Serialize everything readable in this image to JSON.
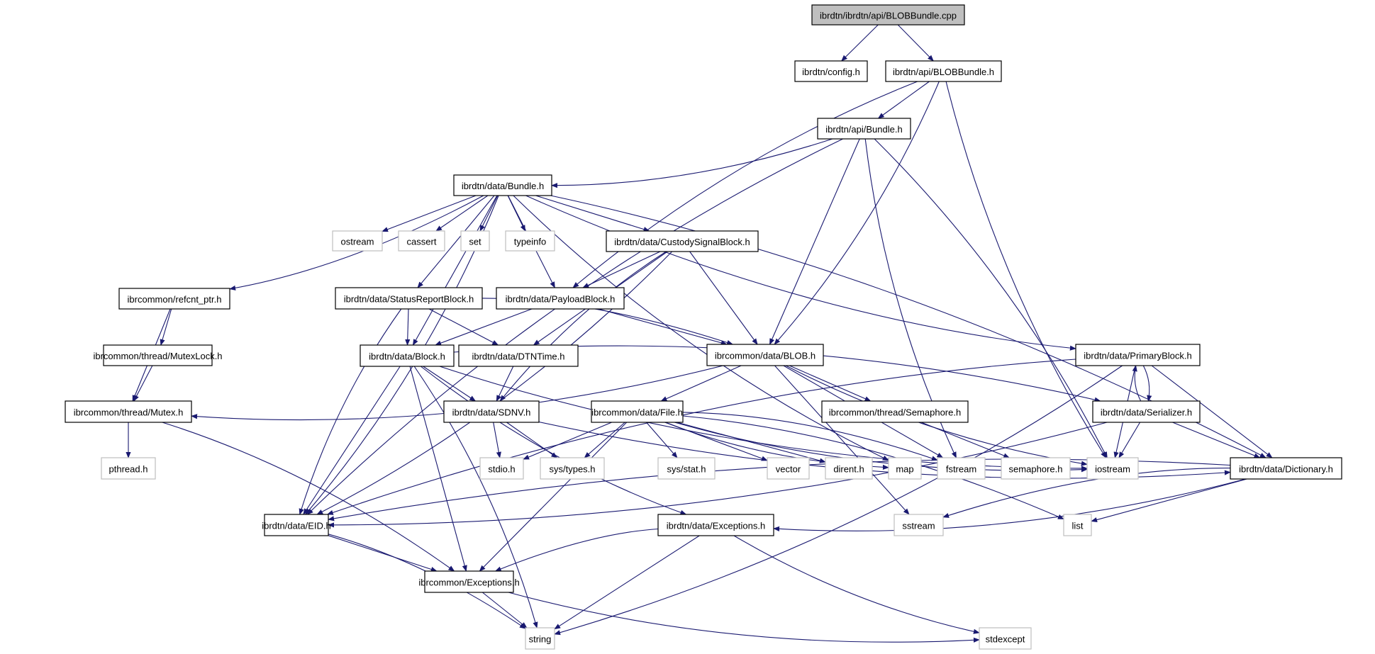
{
  "title": "ibrdtn/ibrdtn/api/BLOBBundle.cpp include dependency graph",
  "colors": {
    "edge": "#191970",
    "root_fill": "#bfbfbf",
    "local_border": "#000000",
    "system_border": "#bfbfbf",
    "background": "#ffffff"
  },
  "nodes": [
    {
      "id": "root",
      "label": "ibrdtn/ibrdtn/api/BLOBBundle.cpp",
      "kind": "root"
    },
    {
      "id": "config",
      "label": "ibrdtn/config.h",
      "kind": "local"
    },
    {
      "id": "blobbundle_h",
      "label": "ibrdtn/api/BLOBBundle.h",
      "kind": "local"
    },
    {
      "id": "api_bundle",
      "label": "ibrdtn/api/Bundle.h",
      "kind": "local"
    },
    {
      "id": "data_bundle",
      "label": "ibrdtn/data/Bundle.h",
      "kind": "local"
    },
    {
      "id": "ostream",
      "label": "ostream",
      "kind": "system"
    },
    {
      "id": "cassert",
      "label": "cassert",
      "kind": "system"
    },
    {
      "id": "set",
      "label": "set",
      "kind": "system"
    },
    {
      "id": "typeinfo",
      "label": "typeinfo",
      "kind": "system"
    },
    {
      "id": "custody",
      "label": "ibrdtn/data/CustodySignalBlock.h",
      "kind": "local"
    },
    {
      "id": "refcnt",
      "label": "ibrcommon/refcnt_ptr.h",
      "kind": "local"
    },
    {
      "id": "statusreport",
      "label": "ibrdtn/data/StatusReportBlock.h",
      "kind": "local"
    },
    {
      "id": "payload",
      "label": "ibrdtn/data/PayloadBlock.h",
      "kind": "local"
    },
    {
      "id": "mutexlock",
      "label": "ibrcommon/thread/MutexLock.h",
      "kind": "local"
    },
    {
      "id": "block",
      "label": "ibrdtn/data/Block.h",
      "kind": "local"
    },
    {
      "id": "dtntime",
      "label": "ibrdtn/data/DTNTime.h",
      "kind": "local"
    },
    {
      "id": "blob",
      "label": "ibrcommon/data/BLOB.h",
      "kind": "local"
    },
    {
      "id": "primary",
      "label": "ibrdtn/data/PrimaryBlock.h",
      "kind": "local"
    },
    {
      "id": "mutex",
      "label": "ibrcommon/thread/Mutex.h",
      "kind": "local"
    },
    {
      "id": "sdnv",
      "label": "ibrdtn/data/SDNV.h",
      "kind": "local"
    },
    {
      "id": "file",
      "label": "ibrcommon/data/File.h",
      "kind": "local"
    },
    {
      "id": "semaphore_h",
      "label": "ibrcommon/thread/Semaphore.h",
      "kind": "local"
    },
    {
      "id": "serializer",
      "label": "ibrdtn/data/Serializer.h",
      "kind": "local"
    },
    {
      "id": "pthread",
      "label": "pthread.h",
      "kind": "system"
    },
    {
      "id": "stdio",
      "label": "stdio.h",
      "kind": "system"
    },
    {
      "id": "systypes",
      "label": "sys/types.h",
      "kind": "system"
    },
    {
      "id": "sysstat",
      "label": "sys/stat.h",
      "kind": "system"
    },
    {
      "id": "vector",
      "label": "vector",
      "kind": "system"
    },
    {
      "id": "dirent",
      "label": "dirent.h",
      "kind": "system"
    },
    {
      "id": "map",
      "label": "map",
      "kind": "system"
    },
    {
      "id": "fstream",
      "label": "fstream",
      "kind": "system"
    },
    {
      "id": "semaphore",
      "label": "semaphore.h",
      "kind": "system"
    },
    {
      "id": "iostream",
      "label": "iostream",
      "kind": "system"
    },
    {
      "id": "dictionary",
      "label": "ibrdtn/data/Dictionary.h",
      "kind": "local"
    },
    {
      "id": "eid",
      "label": "ibrdtn/data/EID.h",
      "kind": "local"
    },
    {
      "id": "data_exc",
      "label": "ibrdtn/data/Exceptions.h",
      "kind": "local"
    },
    {
      "id": "sstream",
      "label": "sstream",
      "kind": "system"
    },
    {
      "id": "list",
      "label": "list",
      "kind": "system"
    },
    {
      "id": "common_exc",
      "label": "ibrcommon/Exceptions.h",
      "kind": "local"
    },
    {
      "id": "string",
      "label": "string",
      "kind": "system"
    },
    {
      "id": "stdexcept",
      "label": "stdexcept",
      "kind": "system"
    }
  ],
  "edges": [
    [
      "root",
      "config"
    ],
    [
      "root",
      "blobbundle_h"
    ],
    [
      "blobbundle_h",
      "api_bundle"
    ],
    [
      "blobbundle_h",
      "payload"
    ],
    [
      "blobbundle_h",
      "blob"
    ],
    [
      "blobbundle_h",
      "iostream"
    ],
    [
      "api_bundle",
      "data_bundle"
    ],
    [
      "api_bundle",
      "eid"
    ],
    [
      "api_bundle",
      "blob"
    ],
    [
      "api_bundle",
      "fstream"
    ],
    [
      "api_bundle",
      "iostream"
    ],
    [
      "data_bundle",
      "ostream"
    ],
    [
      "data_bundle",
      "cassert"
    ],
    [
      "data_bundle",
      "set"
    ],
    [
      "data_bundle",
      "typeinfo"
    ],
    [
      "data_bundle",
      "custody"
    ],
    [
      "data_bundle",
      "refcnt"
    ],
    [
      "data_bundle",
      "statusreport"
    ],
    [
      "data_bundle",
      "payload"
    ],
    [
      "data_bundle",
      "block"
    ],
    [
      "data_bundle",
      "eid"
    ],
    [
      "data_bundle",
      "primary"
    ],
    [
      "data_bundle",
      "dictionary"
    ],
    [
      "data_bundle",
      "map"
    ],
    [
      "custody",
      "payload"
    ],
    [
      "custody",
      "blob"
    ],
    [
      "custody",
      "dtntime"
    ],
    [
      "custody",
      "sdnv"
    ],
    [
      "custody",
      "eid"
    ],
    [
      "refcnt",
      "mutexlock"
    ],
    [
      "refcnt",
      "mutex"
    ],
    [
      "mutexlock",
      "mutex"
    ],
    [
      "statusreport",
      "block"
    ],
    [
      "statusreport",
      "dtntime"
    ],
    [
      "statusreport",
      "blob"
    ],
    [
      "statusreport",
      "eid"
    ],
    [
      "payload",
      "block"
    ],
    [
      "payload",
      "blob"
    ],
    [
      "block",
      "sdnv"
    ],
    [
      "block",
      "eid"
    ],
    [
      "block",
      "serializer"
    ],
    [
      "block",
      "iostream"
    ],
    [
      "block",
      "string"
    ],
    [
      "block",
      "data_exc"
    ],
    [
      "block",
      "common_exc"
    ],
    [
      "dtntime",
      "sdnv"
    ],
    [
      "blob",
      "mutex"
    ],
    [
      "blob",
      "file"
    ],
    [
      "blob",
      "semaphore_h"
    ],
    [
      "blob",
      "iostream"
    ],
    [
      "blob",
      "sstream"
    ],
    [
      "blob",
      "fstream"
    ],
    [
      "primary",
      "serializer"
    ],
    [
      "primary",
      "dictionary"
    ],
    [
      "primary",
      "iostream"
    ],
    [
      "primary",
      "eid"
    ],
    [
      "primary",
      "string"
    ],
    [
      "serializer",
      "primary"
    ],
    [
      "serializer",
      "iostream"
    ],
    [
      "serializer",
      "dictionary"
    ],
    [
      "serializer",
      "eid"
    ],
    [
      "mutex",
      "pthread"
    ],
    [
      "mutex",
      "common_exc"
    ],
    [
      "sdnv",
      "stdio"
    ],
    [
      "sdnv",
      "systypes"
    ],
    [
      "sdnv",
      "dictionary"
    ],
    [
      "file",
      "stdio"
    ],
    [
      "file",
      "systypes"
    ],
    [
      "file",
      "sysstat"
    ],
    [
      "file",
      "vector"
    ],
    [
      "file",
      "dirent"
    ],
    [
      "file",
      "map"
    ],
    [
      "file",
      "fstream"
    ],
    [
      "file",
      "iostream"
    ],
    [
      "file",
      "list"
    ],
    [
      "file",
      "common_exc"
    ],
    [
      "semaphore_h",
      "semaphore"
    ],
    [
      "dictionary",
      "eid"
    ],
    [
      "dictionary",
      "data_exc"
    ],
    [
      "dictionary",
      "sstream"
    ],
    [
      "dictionary",
      "list"
    ],
    [
      "eid",
      "common_exc"
    ],
    [
      "eid",
      "string"
    ],
    [
      "data_exc",
      "common_exc"
    ],
    [
      "data_exc",
      "string"
    ],
    [
      "data_exc",
      "stdexcept"
    ],
    [
      "common_exc",
      "string"
    ],
    [
      "common_exc",
      "stdexcept"
    ]
  ]
}
